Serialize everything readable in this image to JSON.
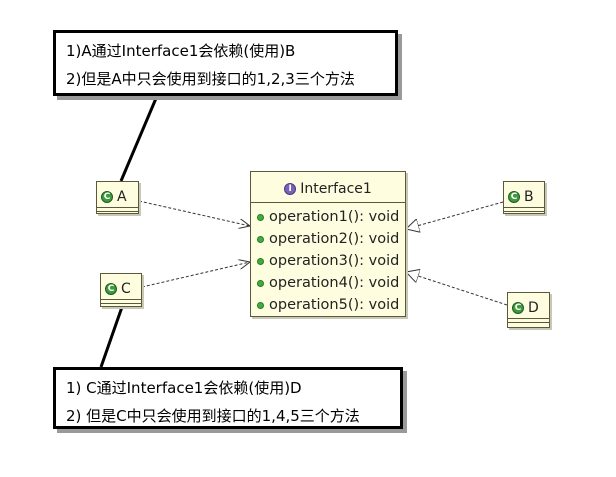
{
  "notes": [
    {
      "lines": [
        "1)A通过Interface1会依赖(使用)B",
        "2)但是A中只会使用到接口的1,2,3三个方法"
      ]
    },
    {
      "lines": [
        "1) C通过Interface1会依赖(使用)D",
        "2) 但是C中只会使用到接口的1,4,5三个方法"
      ]
    }
  ],
  "interface": {
    "stereotype_icon": "interface-icon",
    "icon_letter": "I",
    "name": "Interface1",
    "methods": [
      "operation1(): void",
      "operation2(): void",
      "operation3(): void",
      "operation4(): void",
      "operation5(): void"
    ]
  },
  "classes": {
    "icon": "class-icon",
    "icon_letter": "C",
    "A": "A",
    "B": "B",
    "C": "C",
    "D": "D"
  },
  "relationships": [
    {
      "from": "A",
      "to": "Interface1",
      "type": "dependency"
    },
    {
      "from": "C",
      "to": "Interface1",
      "type": "dependency"
    },
    {
      "from": "B",
      "to": "Interface1",
      "type": "realization"
    },
    {
      "from": "D",
      "to": "Interface1",
      "type": "realization"
    }
  ],
  "colors": {
    "class_fill": "#fffde0",
    "class_icon": "#3f9a3f",
    "interface_icon": "#7a62b8",
    "method_dot": "#3fae3f",
    "note_border": "#000000"
  }
}
